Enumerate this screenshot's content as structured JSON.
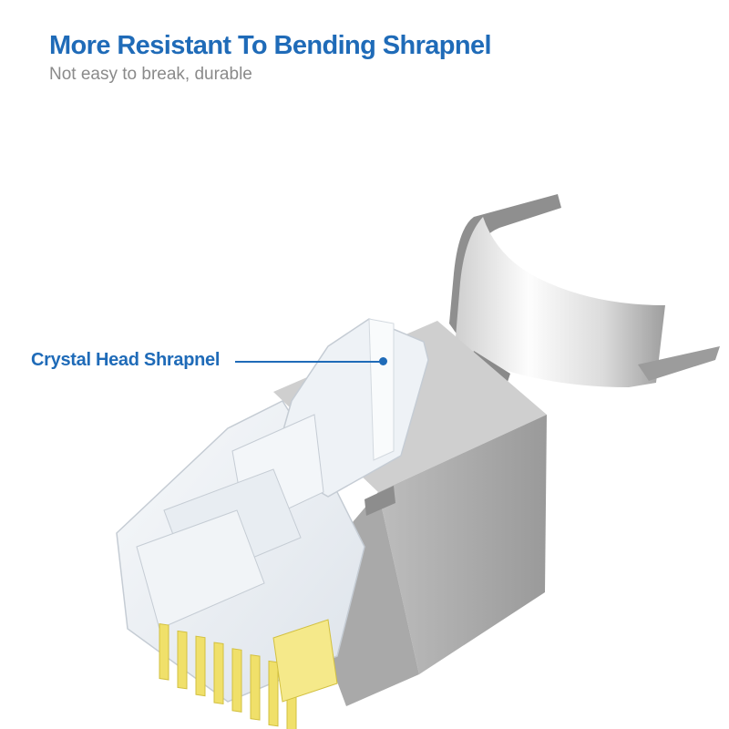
{
  "header": {
    "title": "More Resistant To Bending Shrapnel",
    "subtitle": "Not easy to break, durable"
  },
  "callout": {
    "label": "Crystal Head Shrapnel"
  },
  "colors": {
    "accent": "#1f6bb8",
    "subtitle": "#8a8a8a",
    "shield_metal": "#b8b8b8",
    "crystal": "#eef2f6",
    "contacts": "#f0e06a"
  },
  "product": {
    "icon": "rj45-connector-icon"
  }
}
